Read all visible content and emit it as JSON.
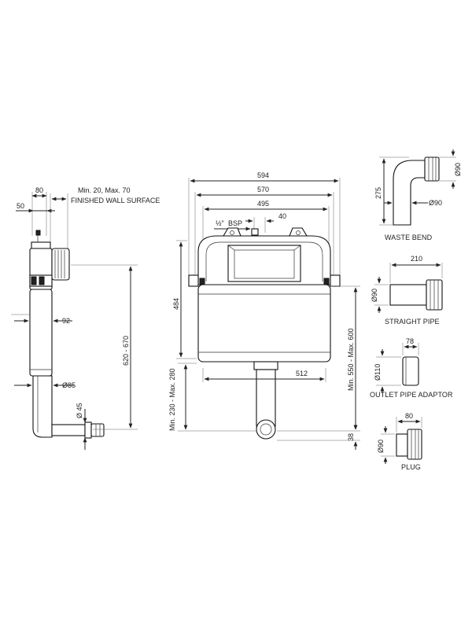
{
  "side_view": {
    "dim_top": "80",
    "dim_left": "50",
    "wall_range": "Min. 20, Max. 70",
    "wall_surface": "FINISHED WALL SURFACE",
    "dim_width": "92",
    "dim_height": "620 - 670",
    "dim_pipe_dia": "Ø85",
    "dim_outlet_dia": "Ø 45"
  },
  "front_view": {
    "dim_overall_width": "594",
    "dim_width": "570",
    "dim_inner_width": "495",
    "dim_offset": "40",
    "dim_bsp_prefix": "½\"",
    "dim_bsp": "BSP",
    "dim_height": "484",
    "dim_lower_width": "512",
    "dim_left_range": "Min. 230 - Max. 280",
    "dim_right_range": "Min. 550 - Max. 600",
    "dim_bottom": "38"
  },
  "accessories": {
    "waste_bend": {
      "caption": "WASTE BEND",
      "dim_height": "275",
      "dim_top_dia": "Ø90",
      "dim_side_dia": "Ø90"
    },
    "straight_pipe": {
      "caption": "STRAIGHT PIPE",
      "dim_length": "210",
      "dim_dia": "Ø90"
    },
    "outlet_pipe_adaptor": {
      "caption": "OUTLET PIPE ADAPTOR",
      "dim_length": "78",
      "dim_dia": "Ø110"
    },
    "plug": {
      "caption": "PLUG",
      "dim_length": "80",
      "dim_dia": "Ø90"
    }
  }
}
